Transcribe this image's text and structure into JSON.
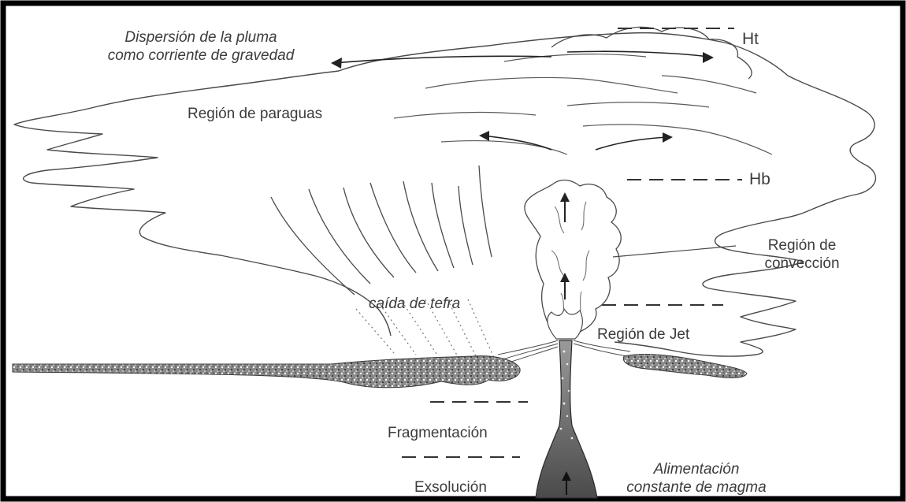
{
  "labels": {
    "dispersion": {
      "line1": "Dispersión de la pluma",
      "line2": "como corriente de gravedad"
    },
    "ht": "Ht",
    "paraguas": "Región de paraguas",
    "hb": "Hb",
    "conveccion": {
      "line1": "Región de",
      "line2": "convección"
    },
    "tefra": "caída de tefra",
    "jet": "Región de Jet",
    "fragmentacion": "Fragmentación",
    "exsolucion": "Exsolución",
    "alimentacion": {
      "line1": "Alimentación",
      "line2": "constante de magma"
    }
  },
  "colors": {
    "border": "#000000",
    "ink": "#3c3c3c",
    "conduit": "#555555",
    "deposit": "#6a6a6a"
  }
}
